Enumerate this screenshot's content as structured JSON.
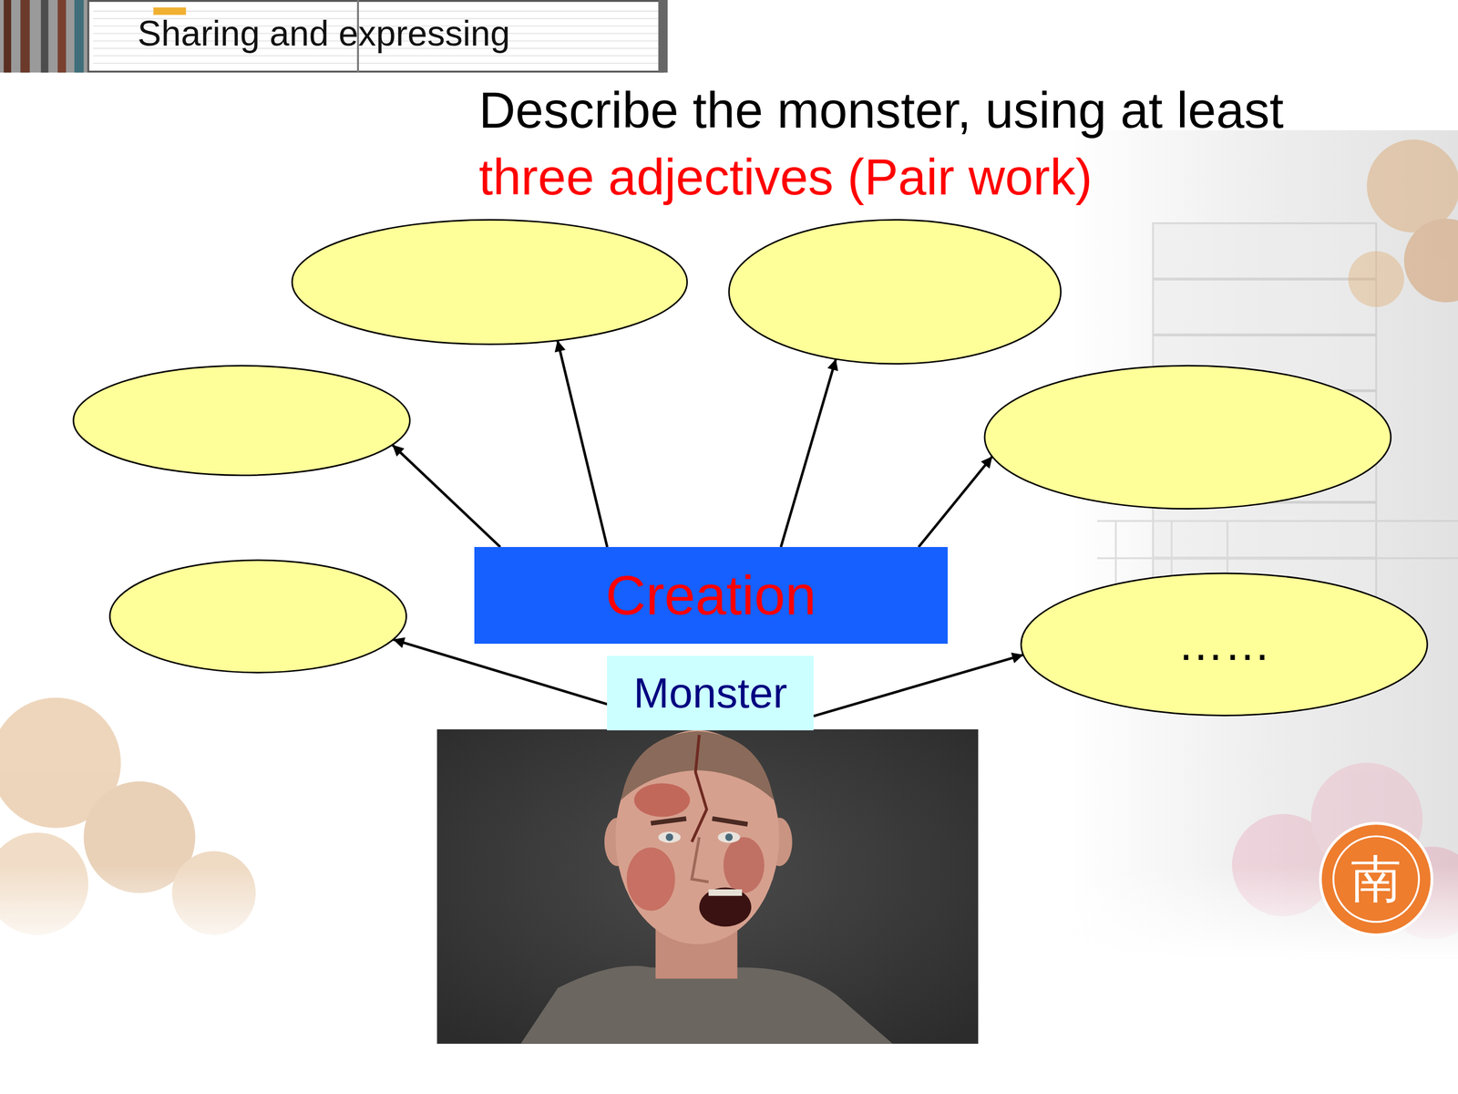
{
  "diagram": {
    "title": "Describe the monster, using at least three adjectives (Pair work)",
    "nodes": [
      {
        "text": []
      },
      {
        "text": []
      },
      {
        "text": []
      },
      {
        "text": []
      },
      {
        "text": [
          "Creation"
        ]
      },
      {
        "text": []
      },
      {
        "text": [
          "……"
        ]
      },
      {
        "text": [
          "Monster"
        ]
      }
    ],
    "edges": [
      {
        "from": 4,
        "to": 0,
        "arrow": "to"
      },
      {
        "from": 4,
        "to": 1,
        "arrow": "to"
      },
      {
        "from": 4,
        "to": 2,
        "arrow": "to"
      },
      {
        "from": 4,
        "to": 3,
        "arrow": "to"
      },
      {
        "from": 7,
        "to": 5,
        "arrow": "to"
      },
      {
        "from": 7,
        "to": 6,
        "arrow": "to"
      }
    ],
    "labels": [
      "Sharing and expressing",
      "南"
    ]
  }
}
